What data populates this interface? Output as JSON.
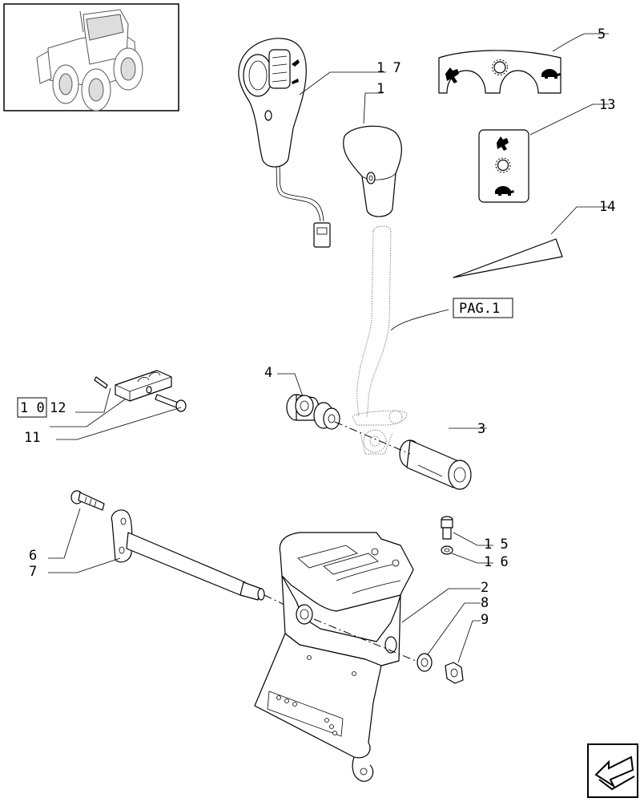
{
  "callouts": {
    "c1": "1",
    "c17": "1 7",
    "c5": "5",
    "c13": "13",
    "c14": "14",
    "pag": "PAG.1",
    "c4": "4",
    "c3": "3",
    "c10": "1 0",
    "c12": "12",
    "c11": "11",
    "c6": "6",
    "c7": "7",
    "c15": "1 5",
    "c16": "1 6",
    "c2": "2",
    "c8": "8",
    "c9": "9"
  },
  "icons": {
    "thumbnail": "tractor-thumbnail-icon",
    "nav": "next-page-arrow-icon",
    "rabbit": "rabbit-fast-icon",
    "gear": "gear-icon",
    "turtle": "turtle-slow-icon"
  }
}
